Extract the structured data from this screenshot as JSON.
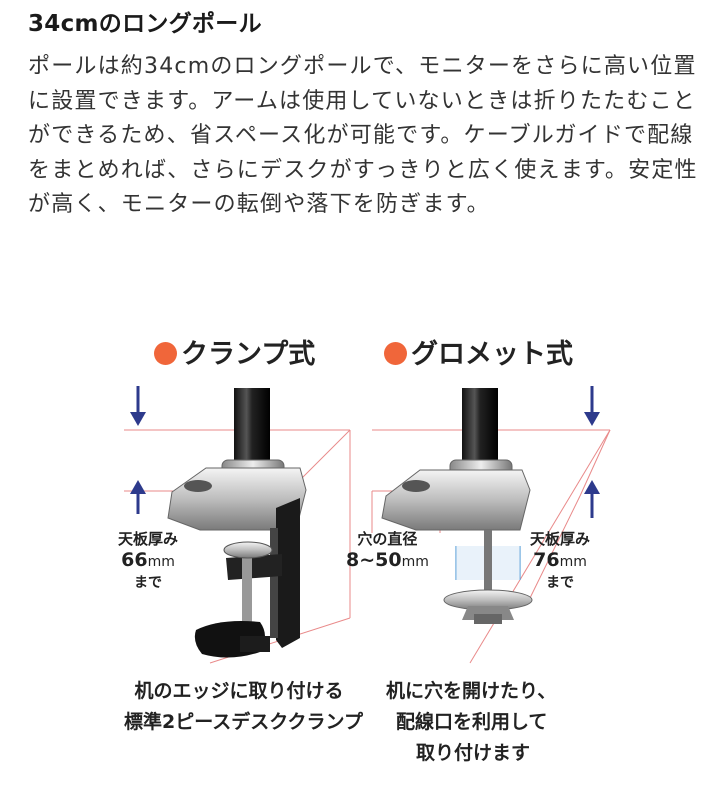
{
  "section": {
    "title": "34cmのロングポール",
    "description": "ポールは約34cmのロングポールで、モニターをさらに高い位置に設置できます。アームは使用していないときは折りたたむことができるため、省スペース化が可能です。ケーブルガイドで配線をまとめれば、さらにデスクがすっきりと広く使えます。安定性が高く、モニターの転倒や落下を防ぎます。"
  },
  "figure": {
    "clamp": {
      "heading": "クランプ式",
      "thickness_label": "天板厚み",
      "thickness_value": "66",
      "thickness_unit": "mm",
      "thickness_suffix": "まで",
      "caption_line1": "机のエッジに取り付ける",
      "caption_line2": "標準2ピースデスククランプ"
    },
    "grommet": {
      "heading": "グロメット式",
      "hole_label": "穴の直径",
      "hole_value": "8~50",
      "hole_unit": "mm",
      "thickness_label": "天板厚み",
      "thickness_value": "76",
      "thickness_unit": "mm",
      "thickness_suffix": "まで",
      "caption_line1": "机に穴を開けたり、",
      "caption_line2": "配線口を利用して",
      "caption_line3": "取り付けます"
    },
    "colors": {
      "accent_dot": "#f0663a",
      "arrow": "#2d3a8c",
      "guide_line": "#e98a8a"
    }
  }
}
